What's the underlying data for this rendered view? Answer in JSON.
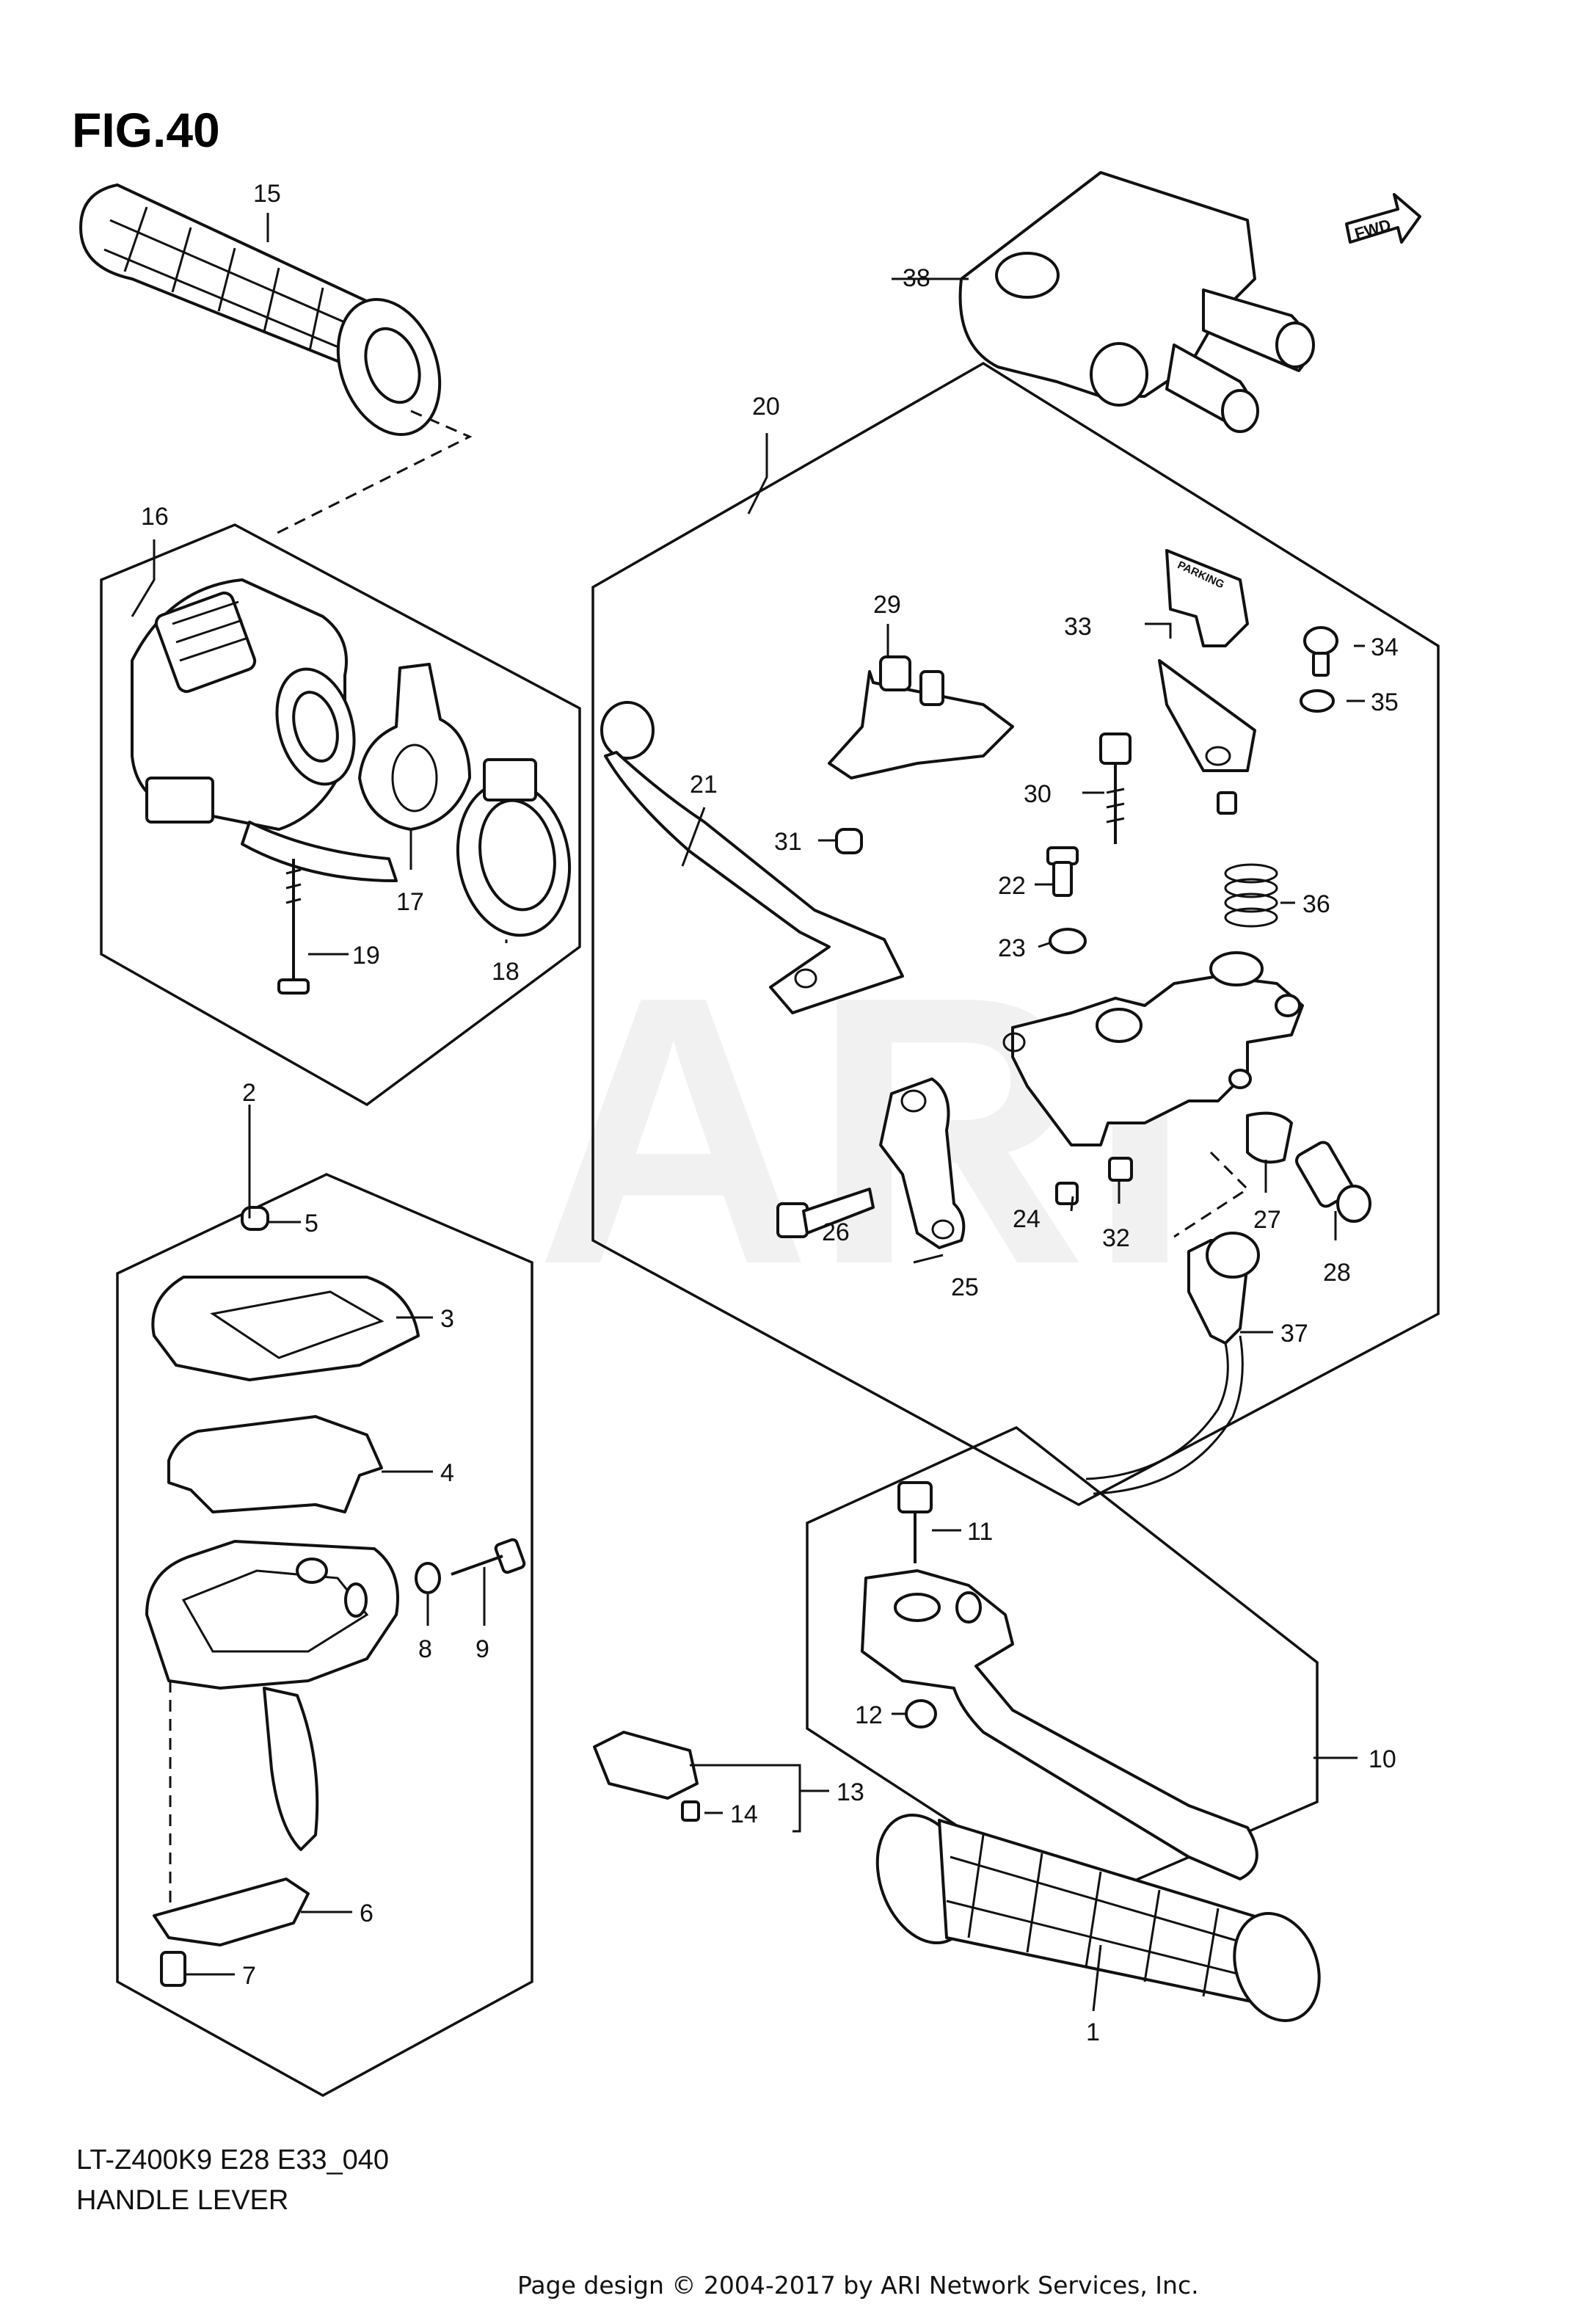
{
  "figure": {
    "title": "FIG.40"
  },
  "model_code": "LT-Z400K9  E28  E33_040",
  "caption": "HANDLE LEVER",
  "footer": "Page design © 2004-2017 by ARI Network Services, Inc.",
  "watermark": "ARI",
  "fwd_label": "FWD",
  "parking_label": "PARKING",
  "callouts": [
    "1",
    "2",
    "3",
    "4",
    "5",
    "6",
    "7",
    "8",
    "9",
    "10",
    "11",
    "12",
    "13",
    "14",
    "15",
    "16",
    "17",
    "18",
    "19",
    "20",
    "21",
    "22",
    "23",
    "24",
    "25",
    "26",
    "27",
    "28",
    "29",
    "30",
    "31",
    "32",
    "33",
    "34",
    "35",
    "36",
    "37",
    "38"
  ]
}
